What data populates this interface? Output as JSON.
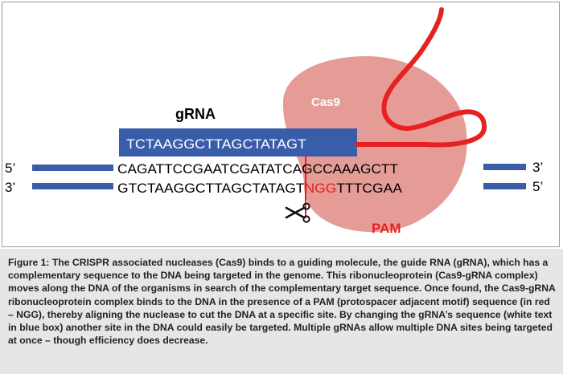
{
  "diagram": {
    "grna_heading": "gRNA",
    "cas9_label": "Cas9",
    "pam_label": "PAM",
    "grna_sequence": "TCTAAGGCTTAGCTATAGT",
    "top_strand": {
      "left_end": "5’",
      "right_end": "3’",
      "seq_black_1": "CAGATTCCGAATCGATAT",
      "seq_cut_side": "CA",
      "seq_black_2": "GCCAAAGCTT"
    },
    "bottom_strand": {
      "left_end": "3’",
      "right_end": "5’",
      "seq_black": "GTCTAAGGCTTAGCTATAGT",
      "seq_pam": "NGG",
      "seq_tail": "TTTCGAA"
    },
    "colors": {
      "cas9": "#e59c96",
      "grna_box": "#3a5daa",
      "dna_bars": "#3a5daa",
      "rna_tail": "#e52121",
      "pam": "#e52121",
      "label_white": "#ffffff"
    },
    "icons": {
      "scissors": "scissors-icon"
    }
  },
  "caption": {
    "text": "Figure 1: The CRISPR associated nucleases (Cas9) binds to a guiding molecule, the guide RNA (gRNA), which has a complementary sequence to the DNA being targeted in the genome. This ribonucleoprotein (Cas9-gRNA complex) moves along the DNA of the organisms in search of the complementary target sequence. Once found, the Cas9-gRNA ribonucleoprotein complex binds to the DNA in the presence of a PAM (protospacer adjacent motif) sequence (in red – NGG), thereby aligning the nuclease to cut the DNA at a specific site. By changing the gRNA’s sequence (white text in blue box) another site in the DNA could easily be targeted. Multiple gRNAs allow multiple DNA sites being targeted at once – though efficiency does decrease."
  }
}
